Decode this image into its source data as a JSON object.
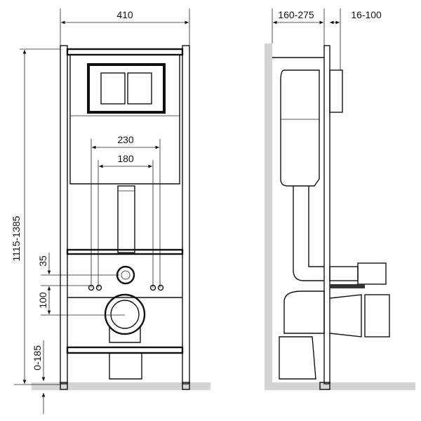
{
  "front_view": {
    "width_label": "410",
    "outer_spacing_label": "230",
    "inner_spacing_label": "180",
    "drain_offset_label": "35",
    "inlet_offset_label": "100",
    "height_label": "1115-1385",
    "floor_adjust_label": "0-185"
  },
  "side_view": {
    "depth_label": "160-275",
    "wall_gap_label": "16-100"
  },
  "colors": {
    "line": "#111111",
    "floor": "#d4d4d4"
  }
}
